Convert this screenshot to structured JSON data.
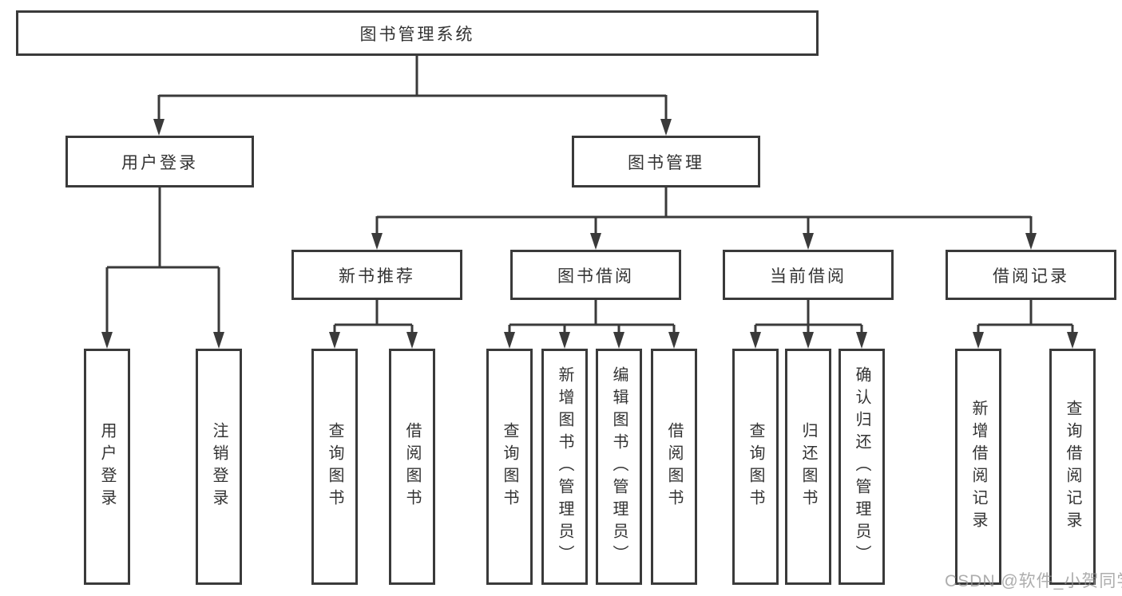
{
  "diagram": {
    "root": {
      "label": "图书管理系统"
    },
    "branches": [
      {
        "label": "用户登录",
        "children": [
          {
            "label": "用户登录"
          },
          {
            "label": "注销登录"
          }
        ]
      },
      {
        "label": "图书管理",
        "children": [
          {
            "label": "新书推荐",
            "children": [
              {
                "label": "查询图书"
              },
              {
                "label": "借阅图书"
              }
            ]
          },
          {
            "label": "图书借阅",
            "children": [
              {
                "label": "查询图书"
              },
              {
                "label": "新增图书（管理员）"
              },
              {
                "label": "编辑图书（管理员）"
              },
              {
                "label": "借阅图书"
              }
            ]
          },
          {
            "label": "当前借阅",
            "children": [
              {
                "label": "查询图书"
              },
              {
                "label": "归还图书"
              },
              {
                "label": "确认归还（管理员）"
              }
            ]
          },
          {
            "label": "借阅记录",
            "children": [
              {
                "label": "新增借阅记录"
              },
              {
                "label": "查询借阅记录"
              }
            ]
          }
        ]
      }
    ]
  },
  "watermark": "CSDN @软件_小贺同学",
  "colors": {
    "line": "#3a3a3a",
    "text": "#333333",
    "background": "#ffffff",
    "watermark": "#919191"
  }
}
